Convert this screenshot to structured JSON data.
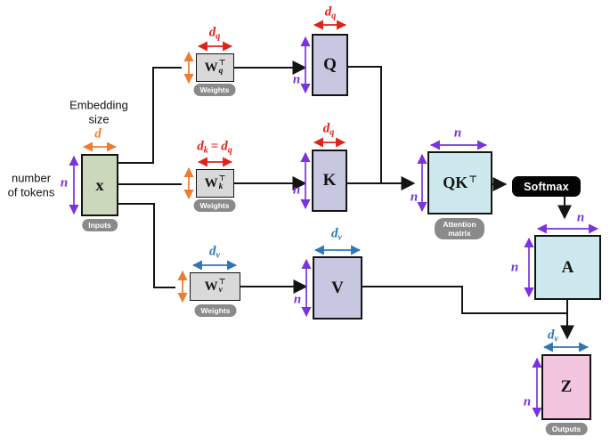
{
  "title": "Self-attention QKV computation diagram",
  "annotations": {
    "embedding_line1": "Embedding",
    "embedding_line2": "size",
    "tokens_line1": "number",
    "tokens_line2": "of tokens"
  },
  "dims": {
    "d": "d",
    "n": "n",
    "d_base": "d",
    "q_sub": "q",
    "k_sub": "k",
    "v_sub": "v",
    "eq": "="
  },
  "nodes": {
    "x": {
      "label": "x",
      "badge": "Inputs"
    },
    "wq": {
      "base": "W",
      "sup": "⊤",
      "sub": "q",
      "badge": "Weights"
    },
    "wk": {
      "base": "W",
      "sup": "⊤",
      "sub": "k",
      "badge": "Weights"
    },
    "wv": {
      "base": "W",
      "sup": "⊤",
      "sub": "v",
      "badge": "Weights"
    },
    "q": {
      "label": "Q"
    },
    "k": {
      "label": "K"
    },
    "v": {
      "label": "V"
    },
    "qkt": {
      "base": "QK",
      "sup": "⊤",
      "badge_line1": "Attention",
      "badge_line2": "matrix"
    },
    "softmax": {
      "label": "Softmax"
    },
    "a": {
      "label": "A"
    },
    "z": {
      "label": "Z",
      "badge": "Outputs"
    }
  },
  "colors": {
    "purple": "#7b33db",
    "orange": "#ed7d31",
    "red": "#df2317",
    "blue": "#2e75b6",
    "black_line": "#141414",
    "input_fill": "#cbd8bb",
    "qkv_fill": "#c7c7e2",
    "attention_fill": "#cde9ee",
    "output_fill": "#f4c5df",
    "weight_fill": "#d9d9d9",
    "badge_bg": "#8a8a8a",
    "softmax_bg": "#050505"
  }
}
